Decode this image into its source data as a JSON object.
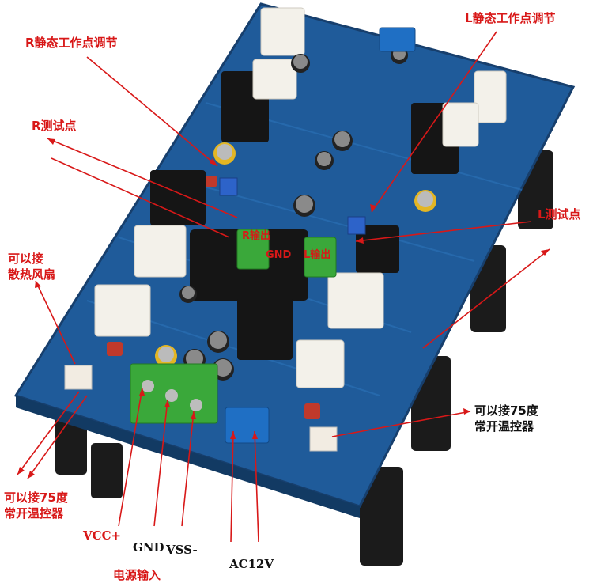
{
  "labels": {
    "r_quiescent": "R静态工作点调节",
    "l_quiescent": "L静态工作点调节",
    "r_test": "R测试点",
    "l_test": "L测试点",
    "fan_line1": "可以接",
    "fan_line2": "散热风扇",
    "r_out": "R输出",
    "gnd_mid": "GND",
    "l_out": "L输出",
    "thermo_right_line1": "可以接75度",
    "thermo_right_line2": "常开温控器",
    "thermo_left_line1": "可以接75度",
    "thermo_left_line2": "常开温控器",
    "vcc": "VCC+",
    "gnd": "GND",
    "vss": "VSS-",
    "ac12v": "AC12V",
    "power_input": "电源输入"
  },
  "colors": {
    "annotation": "#d81818",
    "pcb": "#1f5b9a",
    "terminal_green": "#3aa83a",
    "terminal_blue": "#1f6fc4"
  }
}
